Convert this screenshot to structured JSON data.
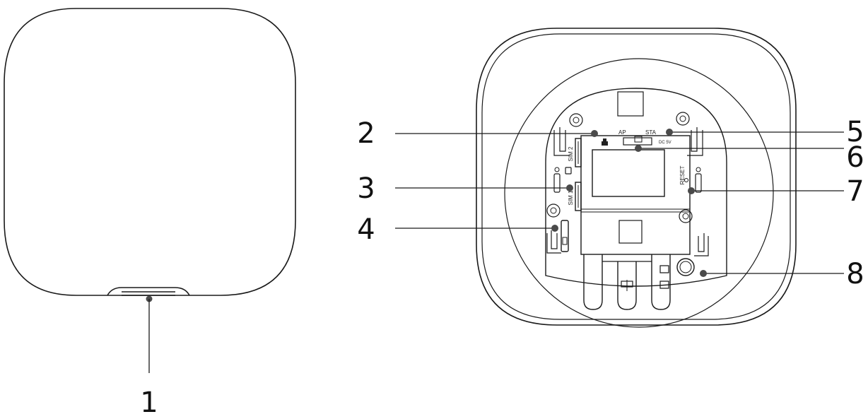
{
  "callouts": [
    {
      "number": "1"
    },
    {
      "number": "2"
    },
    {
      "number": "3"
    },
    {
      "number": "4"
    },
    {
      "number": "5"
    },
    {
      "number": "6"
    },
    {
      "number": "7"
    },
    {
      "number": "8"
    }
  ],
  "board_labels": {
    "ap": "AP",
    "sta": "STA",
    "sim2": "SIM 2",
    "sim1": "SIM 1",
    "reset": "RESET",
    "dc": "DC 5V"
  },
  "colors": {
    "outline": "#1a1a1a",
    "marker": "#4a4a4a"
  }
}
